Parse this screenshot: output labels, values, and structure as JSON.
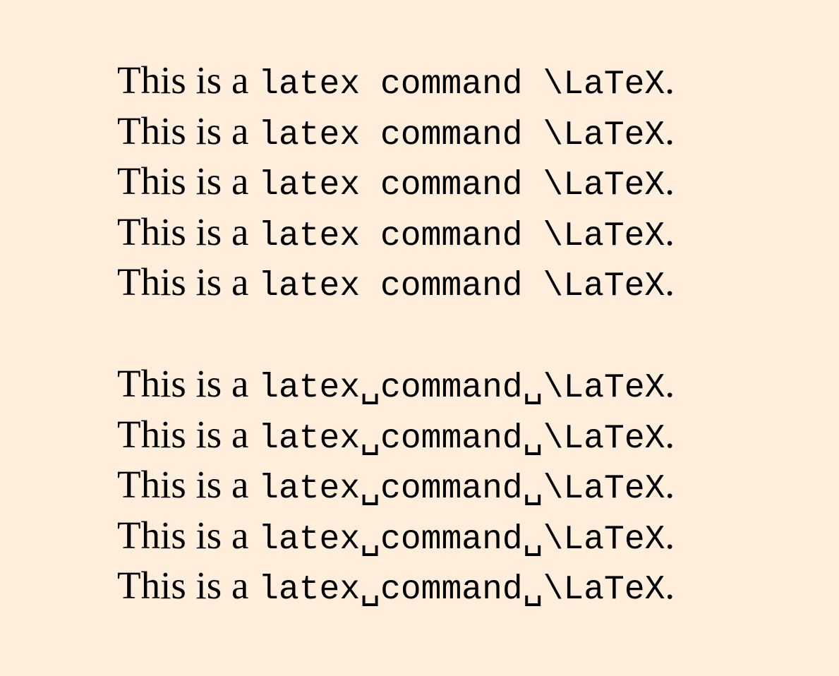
{
  "background_color": "#FFEEDB",
  "text_color": "#000000",
  "block_a": {
    "lines": [
      {
        "prefix": "This is a ",
        "code": "latex command \\LaTeX",
        "suffix": "."
      },
      {
        "prefix": "This is a ",
        "code": "latex command \\LaTeX",
        "suffix": "."
      },
      {
        "prefix": "This is a ",
        "code": "latex command \\LaTeX",
        "suffix": "."
      },
      {
        "prefix": "This is a ",
        "code": "latex command \\LaTeX",
        "suffix": "."
      },
      {
        "prefix": "This is a ",
        "code": "latex command \\LaTeX",
        "suffix": "."
      }
    ]
  },
  "block_b": {
    "lines": [
      {
        "prefix": "This is a ",
        "code": "latex␣command␣\\LaTeX",
        "suffix": "."
      },
      {
        "prefix": "This is a ",
        "code": "latex␣command␣\\LaTeX",
        "suffix": "."
      },
      {
        "prefix": "This is a ",
        "code": "latex␣command␣\\LaTeX",
        "suffix": "."
      },
      {
        "prefix": "This is a ",
        "code": "latex␣command␣\\LaTeX",
        "suffix": "."
      },
      {
        "prefix": "This is a ",
        "code": "latex␣command␣\\LaTeX",
        "suffix": "."
      }
    ]
  }
}
